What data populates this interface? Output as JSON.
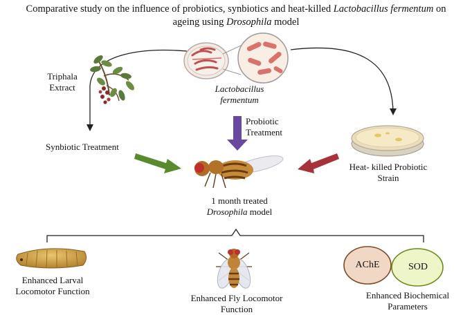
{
  "title": {
    "line1_pre": "Comparative study on the influence of probiotics, synbiotics and heat-killed ",
    "line1_italic": "Lactobacillus fermentum",
    "line1_post": " on",
    "line2_pre": "ageing using ",
    "line2_italic": "Drosophila",
    "line2_post": " model"
  },
  "labels": {
    "triphala_1": "Triphala",
    "triphala_2": "Extract",
    "lacto_1": "Lactobacillus",
    "lacto_2": "fermentum",
    "probiotic_1": "Probiotic",
    "probiotic_2": "Treatment",
    "synbiotic": "Synbiotic Treatment",
    "heat_1": "Heat- killed Probiotic",
    "heat_2": "Strain",
    "fly_1": "1 month treated",
    "fly_2_italic": "Drosophila",
    "fly_2_post": " model",
    "larval_1": "Enhanced Larval",
    "larval_2": "Locomotor Function",
    "flyloc_1": "Enhanced Fly Locomotor",
    "flyloc_2": "Function",
    "biochem_1": "Enhanced Biochemical",
    "biochem_2": "Parameters",
    "ache": "AChE",
    "sod": "SOD"
  },
  "colors": {
    "green_arrow": "#5a8a2e",
    "purple_arrow": "#6a4aa0",
    "red_arrow": "#a8323a",
    "ache_fill": "#f0d8c4",
    "ache_stroke": "#7a4a2a",
    "sod_fill": "#eef5c8",
    "sod_stroke": "#6a8a1a"
  }
}
